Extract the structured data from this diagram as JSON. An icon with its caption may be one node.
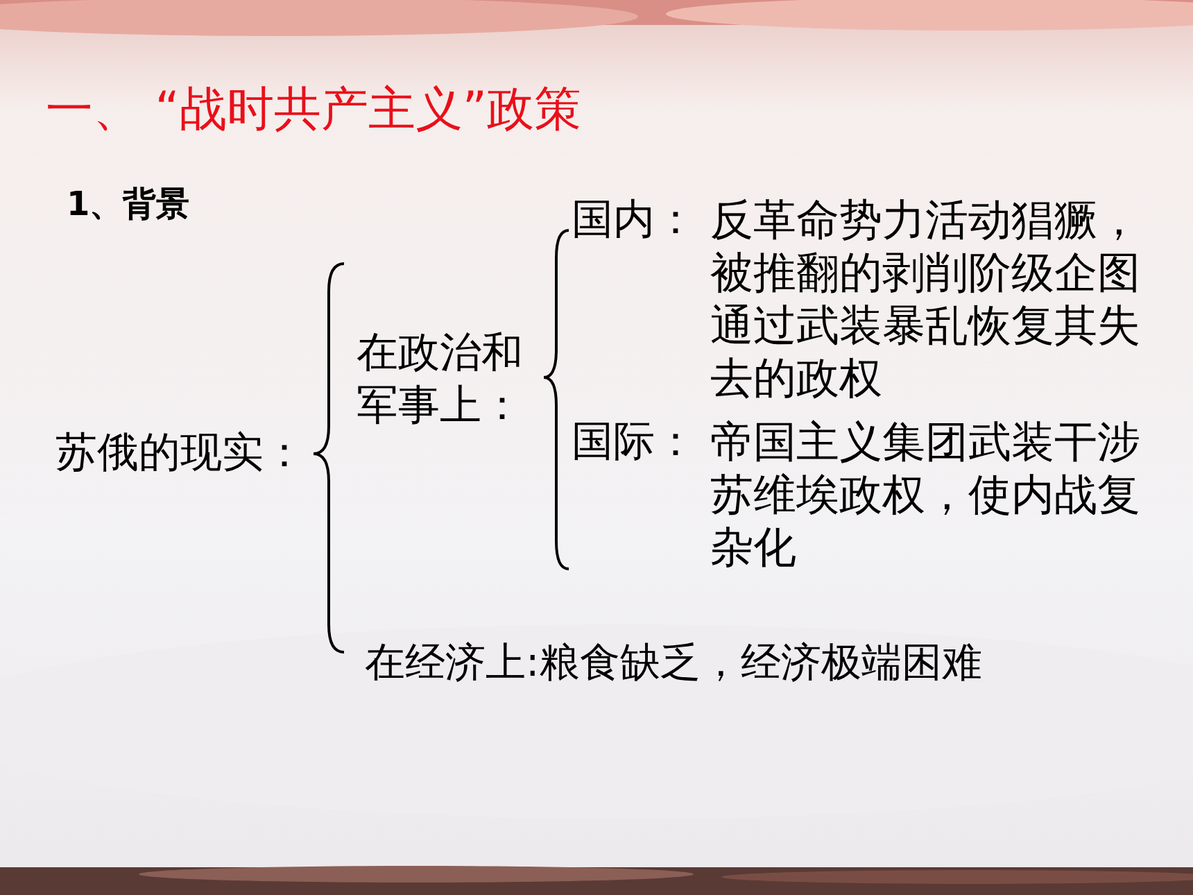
{
  "diagram": {
    "title": "一、 “战时共产主义”政策",
    "labels": [
      "1、背景",
      "国内：",
      "反革命势力活动猖獗，被推翻的剥削阶级企图通过武装暴乱恢复其失去的政权",
      "在政治和军事上：",
      "苏俄的现实：",
      "国际：",
      "帝国主义集团武装干涉苏维埃政权，使内战复杂化",
      "在经济上:粮食缺乏，经济极端困难"
    ]
  }
}
